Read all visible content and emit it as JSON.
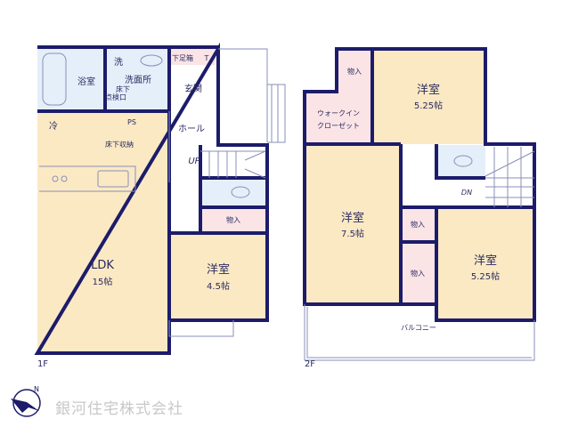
{
  "colors": {
    "wall": "#1c1c6b",
    "room": "#fbe9c4",
    "wet": "#e4effa",
    "storage": "#fbe4e6"
  },
  "floor1": {
    "label": "1F",
    "bath": "浴室",
    "washroom": "洗面所",
    "washer": "洗",
    "inspection": "点検口",
    "underfloor": "床下",
    "shoe_box": "下足箱",
    "shoe_box_t": "T",
    "entrance": "玄関",
    "hall": "ホール",
    "fridge": "冷",
    "ps": "PS",
    "underfloor_storage": "床下収納",
    "up": "UP",
    "storage": "物入",
    "ldk": "LDK",
    "ldk_size": "15帖",
    "western": "洋室",
    "western_size": "4.5帖"
  },
  "floor2": {
    "label": "2F",
    "storage_top": "物入",
    "wic_line1": "ウォークイン",
    "wic_line2": "クローゼット",
    "room_a": "洋室",
    "room_a_size": "5.25帖",
    "room_b": "洋室",
    "room_b_size": "7.5帖",
    "room_c": "洋室",
    "room_c_size": "5.25帖",
    "storage_mid": "物入",
    "storage_low": "物入",
    "dn": "DN",
    "balcony": "バルコニー"
  },
  "logo": {
    "company": "銀河住宅株式会社",
    "compass": "N"
  }
}
